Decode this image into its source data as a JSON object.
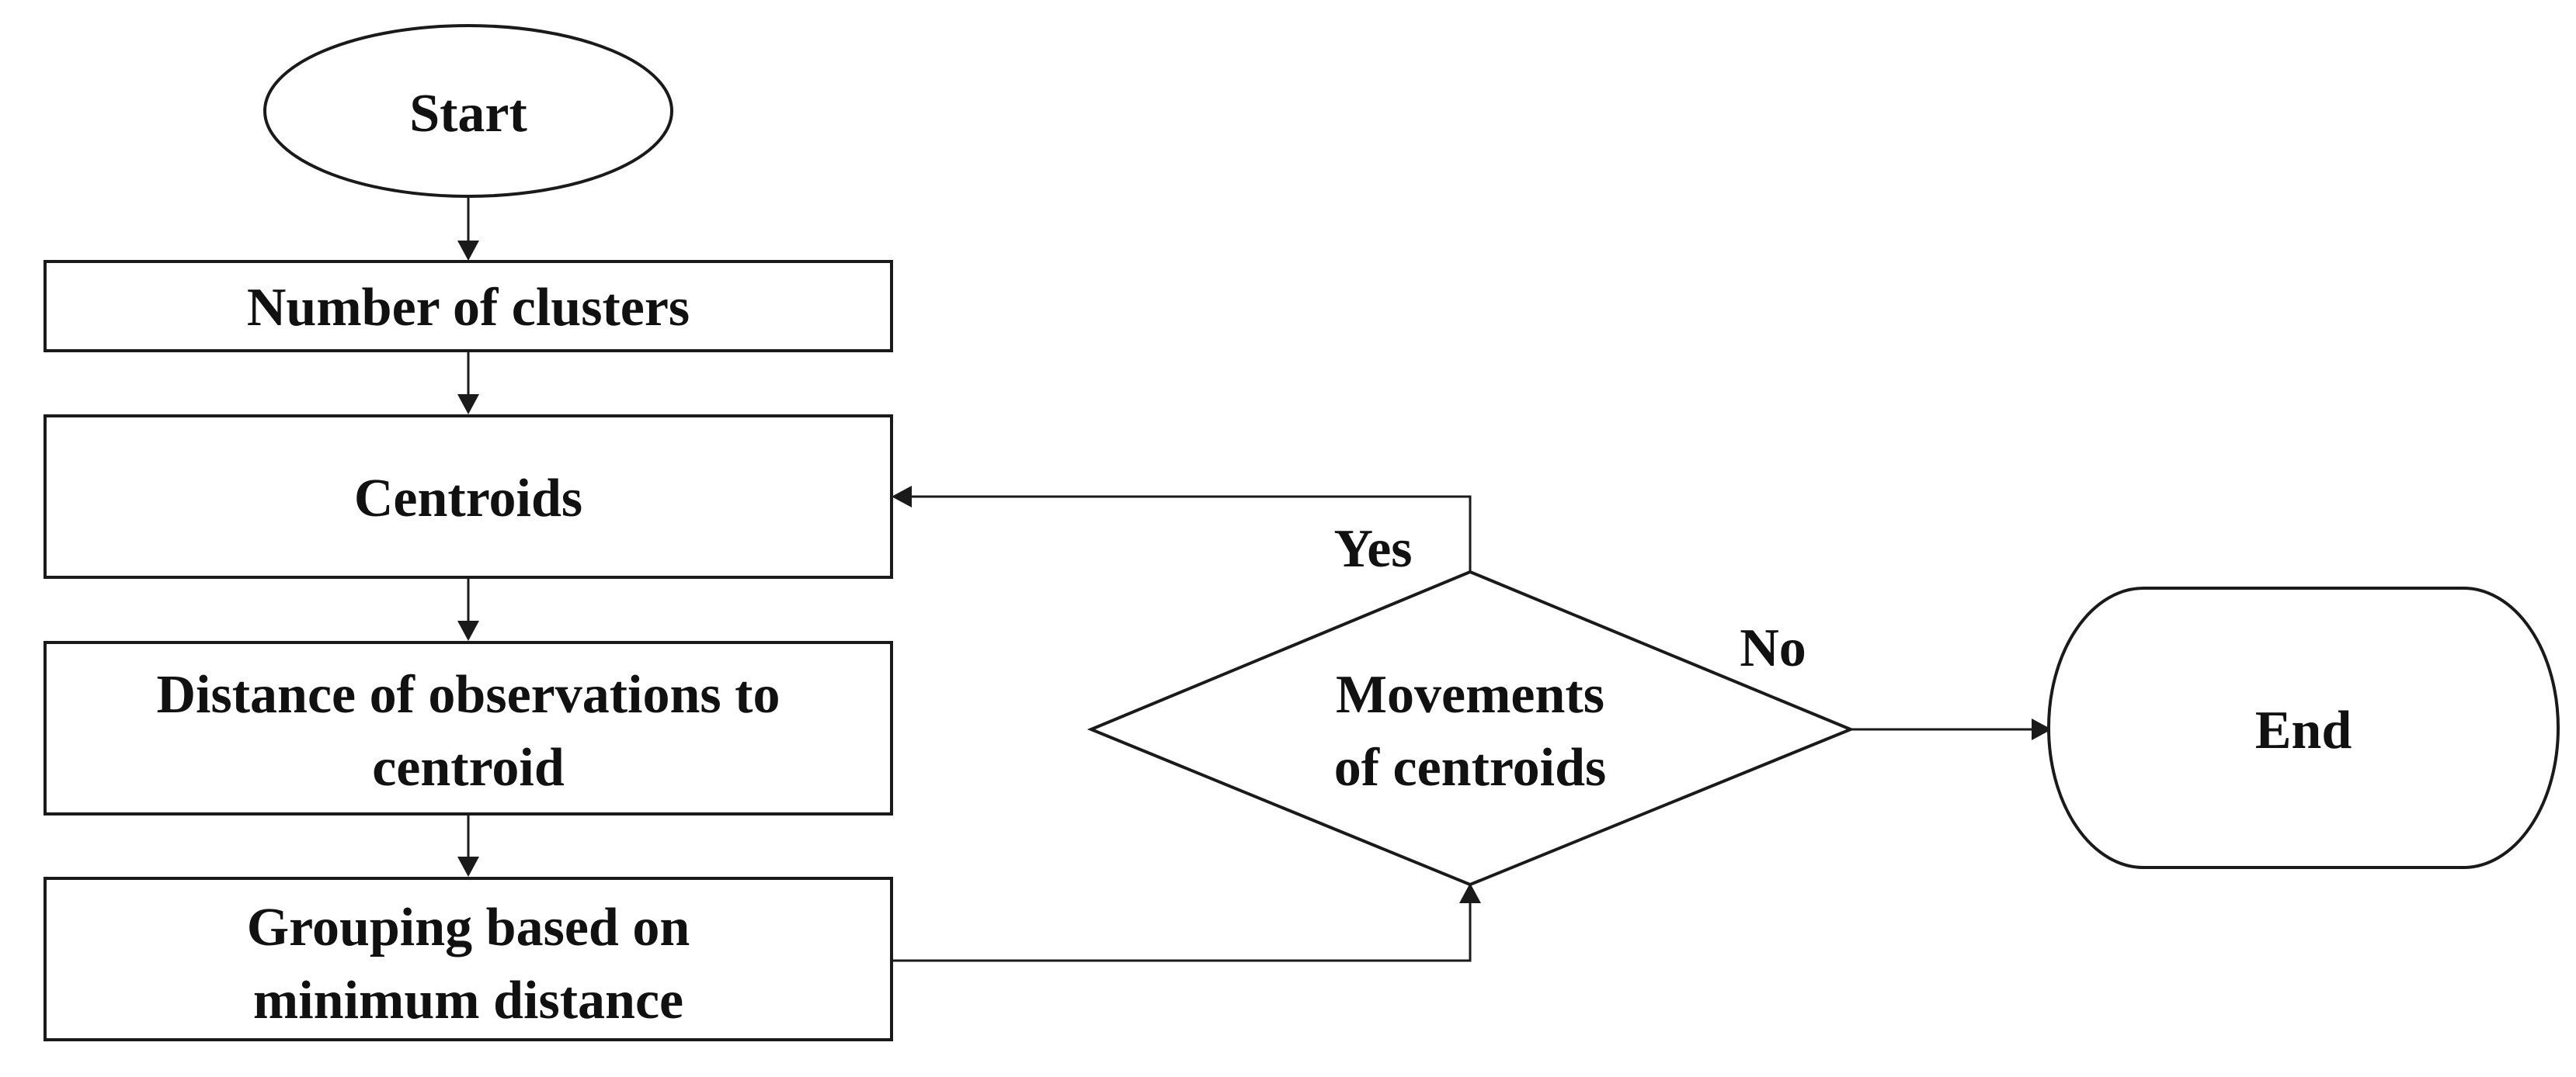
{
  "diagram": {
    "type": "flowchart",
    "nodes": {
      "start": {
        "shape": "ellipse",
        "lines": [
          "Start"
        ]
      },
      "clusters": {
        "shape": "rectangle",
        "lines": [
          "Number of clusters"
        ]
      },
      "centroids": {
        "shape": "rectangle",
        "lines": [
          "Centroids"
        ]
      },
      "distance": {
        "shape": "rectangle",
        "lines": [
          "Distance of observations to",
          "centroid"
        ]
      },
      "grouping": {
        "shape": "rectangle",
        "lines": [
          "Grouping based on",
          "minimum  distance"
        ]
      },
      "decision": {
        "shape": "diamond",
        "lines": [
          "Movements",
          "of centroids"
        ]
      },
      "end": {
        "shape": "terminator",
        "lines": [
          "End"
        ]
      }
    },
    "edges": [
      {
        "from": "start",
        "to": "clusters",
        "label": ""
      },
      {
        "from": "clusters",
        "to": "centroids",
        "label": ""
      },
      {
        "from": "centroids",
        "to": "distance",
        "label": ""
      },
      {
        "from": "distance",
        "to": "grouping",
        "label": ""
      },
      {
        "from": "grouping",
        "to": "decision",
        "label": ""
      },
      {
        "from": "decision",
        "to": "centroids",
        "label": "Yes"
      },
      {
        "from": "decision",
        "to": "end",
        "label": "No"
      }
    ],
    "edge_labels": {
      "yes": "Yes",
      "no": "No"
    }
  }
}
